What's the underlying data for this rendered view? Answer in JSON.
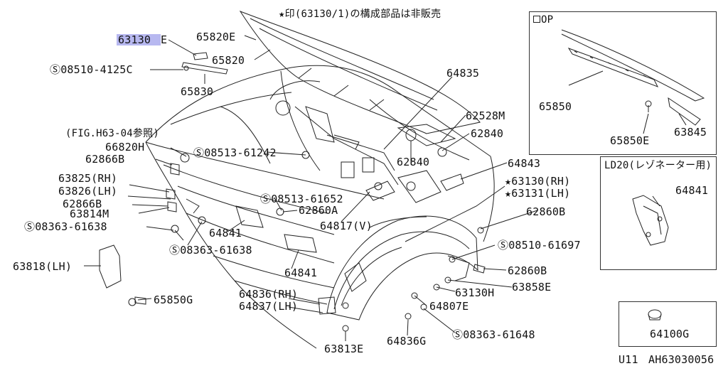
{
  "note": "★印(63130/1)の構成部品は非販売",
  "inset_op": {
    "title": "OP",
    "parts": [
      "65850",
      "65850E",
      "63845"
    ]
  },
  "inset_ld20": {
    "title": "LD20(レゾネーター用)",
    "part": "64841"
  },
  "inset_cap": {
    "part": "64100G"
  },
  "footer": {
    "model": "U11",
    "code": "AH63030056"
  },
  "highlight": {
    "number": "63130",
    "suffix": "E"
  },
  "labels": {
    "p65820E": "65820E",
    "p65820": "65820",
    "s08510_4125C": "08510-4125C",
    "p65830": "65830",
    "fig_ref": "(FIG.H63-04参照)",
    "p66820H": "66820H",
    "p62866B_a": "62866B",
    "s08513_61242": "08513-61242",
    "p64835": "64835",
    "p62528M": "62528M",
    "p62840_a": "62840",
    "p62840_b": "62840",
    "p64843": "64843",
    "p63130RH": "★63130(RH)",
    "p63131LH": "★63131(LH)",
    "p63825": "63825(RH)",
    "p63826": "63826(LH)",
    "p62866B_b": "62866B",
    "p63814M": "63814M",
    "s08363_61638a": "08363-61638",
    "s08513_61652": "08513-61652",
    "p62860A": "62860A",
    "p64841_a": "64841",
    "p64817": "64817(V)",
    "p62860B_a": "62860B",
    "s08363_61638b": "08363-61638",
    "s08510_61697": "08510-61697",
    "p63818": "63818(LH)",
    "p64841_b": "64841",
    "p62860B_b": "62860B",
    "p65850G": "65850G",
    "p64836": "64836(RH)",
    "p64837": "64837(LH)",
    "p63858E": "63858E",
    "p63130H": "63130H",
    "p64807E": "64807E",
    "s08363_61648": "08363-61648",
    "p64836G": "64836G",
    "p63813E": "63813E"
  }
}
